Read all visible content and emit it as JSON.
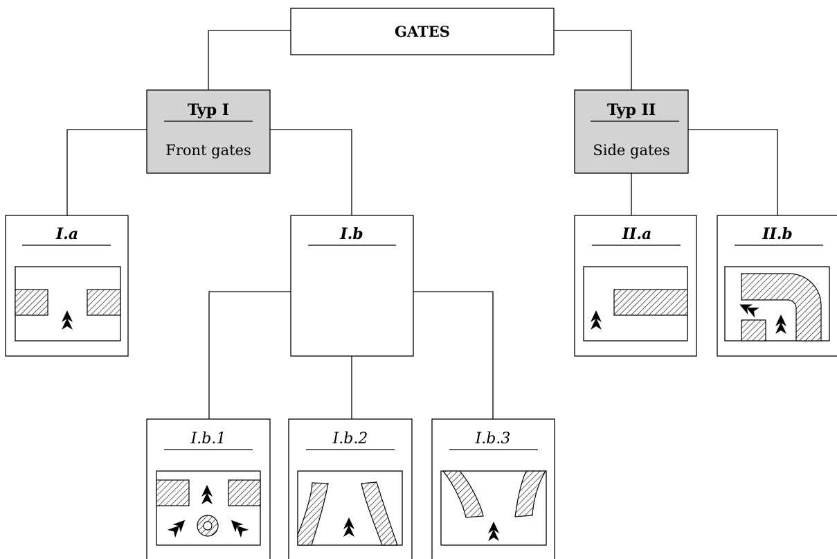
{
  "root": {
    "label": "GATES"
  },
  "types": [
    {
      "id": "typ1",
      "title": "Typ I",
      "subtitle": "Front gates"
    },
    {
      "id": "typ2",
      "title": "Typ II",
      "subtitle": "Side gates"
    }
  ],
  "leaves": [
    {
      "id": "ia",
      "label": "I.a"
    },
    {
      "id": "ib",
      "label": "I.b"
    },
    {
      "id": "iia",
      "label": "II.a"
    },
    {
      "id": "iib",
      "label": "II.b"
    }
  ],
  "subleaves": [
    {
      "id": "ib1",
      "label": "I.b.1"
    },
    {
      "id": "ib2",
      "label": "I.b.2"
    },
    {
      "id": "ib3",
      "label": "I.b.3"
    }
  ],
  "colors": {
    "type_box_fill": "#d3d3d3",
    "line": "#000000",
    "background": "#ffffff"
  }
}
